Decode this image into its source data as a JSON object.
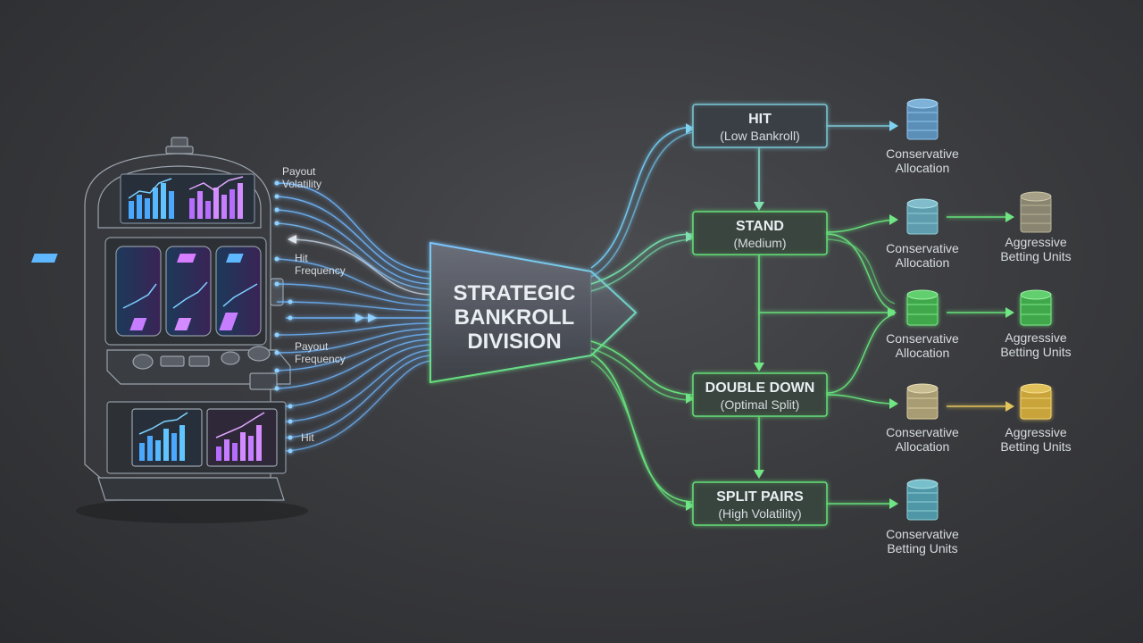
{
  "center": {
    "line1": "STRATEGIC",
    "line2": "BANKROLL",
    "line3": "DIVISION"
  },
  "input_labels": {
    "payout_volatility": {
      "line1": "Payout",
      "line2": "Volatility"
    },
    "hit_frequency": {
      "line1": "Hit",
      "line2": "Frequency"
    },
    "payout_frequency": {
      "line1": "Payout",
      "line2": "Frequency"
    },
    "hit": "Hit"
  },
  "decisions": [
    {
      "title": "HIT",
      "subtitle": "(Low Bankroll)"
    },
    {
      "title": "STAND",
      "subtitle": "(Medium)"
    },
    {
      "title": "DOUBLE DOWN",
      "subtitle": "(Optimal Split)"
    },
    {
      "title": "SPLIT PAIRS",
      "subtitle": "(High Volatility)"
    }
  ],
  "allocations": [
    {
      "line1": "Conservative",
      "line2": "Allocation"
    },
    {
      "line1": "Conservative",
      "line2": "Allocation"
    },
    {
      "line1": "Conservative",
      "line2": "Allocation"
    },
    {
      "line1": "Conservative",
      "line2": "Allocation"
    },
    {
      "line1": "Conservative",
      "line2": "Betting Units"
    }
  ],
  "aggressive": [
    {
      "line1": "Aggressive",
      "line2": "Betting Units"
    },
    {
      "line1": "Aggressive",
      "line2": "Betting Units"
    },
    {
      "line1": "Aggressive",
      "line2": "Betting Units"
    }
  ],
  "colors": {
    "blue": "#5fb8ff",
    "green": "#5fe06a",
    "purple": "#c77dff",
    "gold": "#e3c45a",
    "tan": "#cbbf95"
  }
}
